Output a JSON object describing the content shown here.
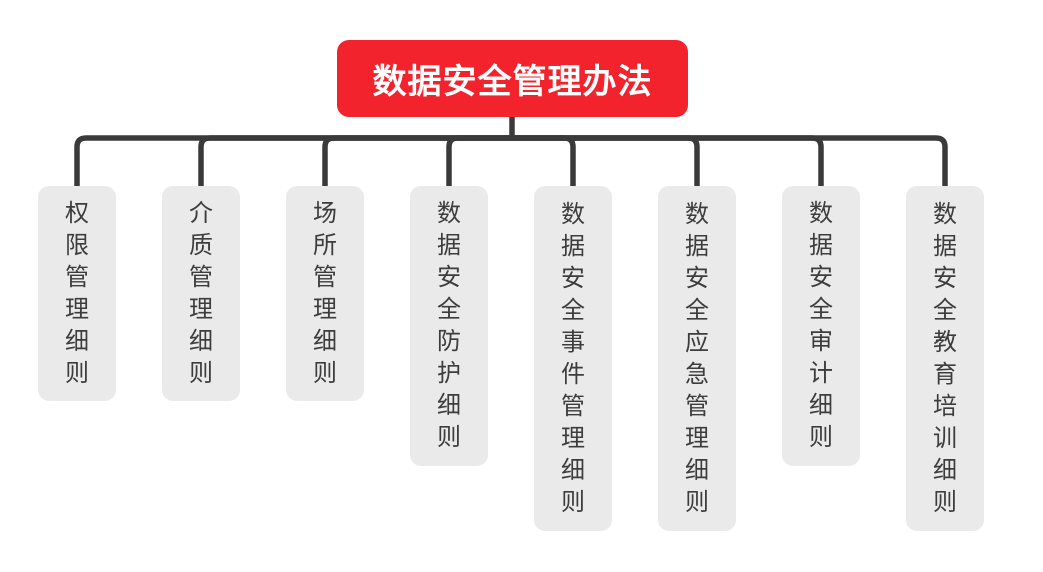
{
  "diagram": {
    "title": "数据安全管理办法",
    "root": {
      "label": "数据安全管理办法"
    },
    "children": [
      {
        "label": "权限管理细则"
      },
      {
        "label": "介质管理细则"
      },
      {
        "label": "场所管理细则"
      },
      {
        "label": "数据安全防护细则"
      },
      {
        "label": "数据安全事件管理细则"
      },
      {
        "label": "数据安全应急管理细则"
      },
      {
        "label": "数据安全审计细则"
      },
      {
        "label": "数据安全教育培训细则"
      }
    ],
    "colors": {
      "root_bg": "#f2232d",
      "root_text": "#ffffff",
      "node_bg": "#eaeaea",
      "node_text": "#3d3d3d",
      "connector": "#3a3a3a",
      "background": "#ffffff"
    }
  }
}
